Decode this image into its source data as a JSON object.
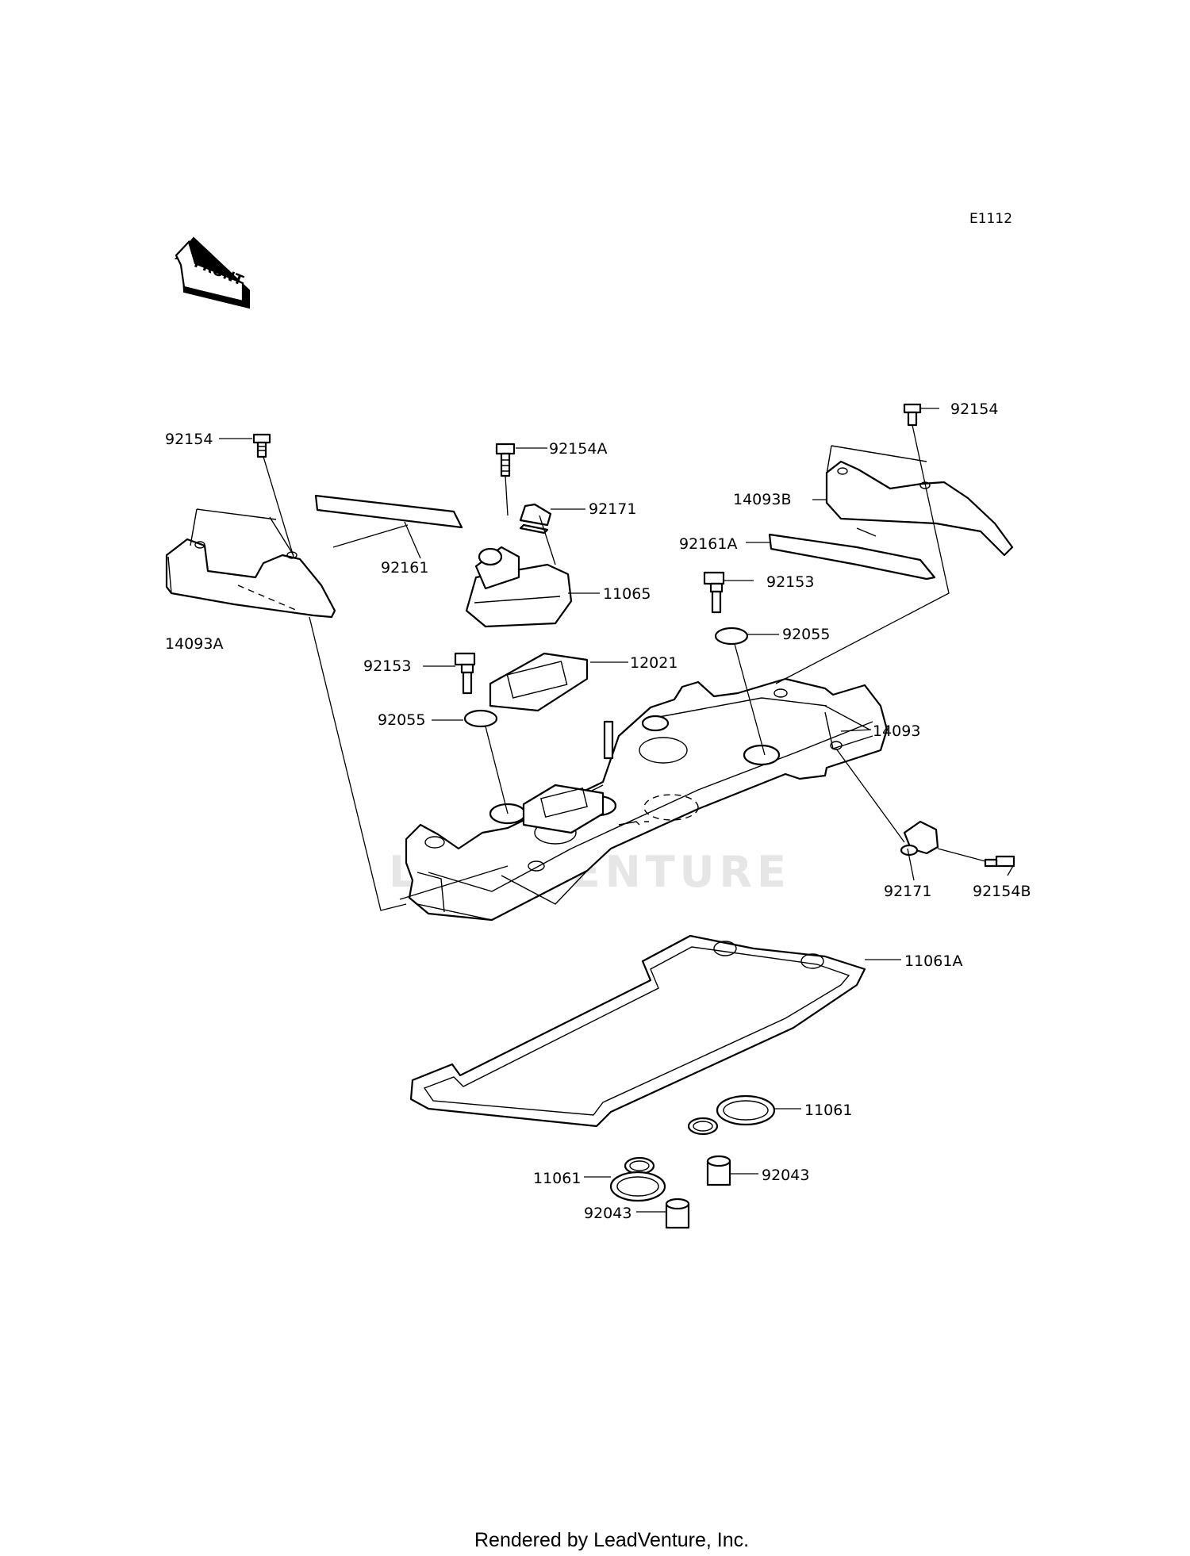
{
  "diagram": {
    "code": "E1112",
    "front_label": "FRONT",
    "watermark": "LEADVENTURE",
    "footer": "Rendered by LeadVenture, Inc."
  },
  "callouts": [
    {
      "id": "92154-left",
      "text": "92154"
    },
    {
      "id": "92154A",
      "text": "92154A"
    },
    {
      "id": "92171-top",
      "text": "92171"
    },
    {
      "id": "92161",
      "text": "92161"
    },
    {
      "id": "14093A",
      "text": "14093A"
    },
    {
      "id": "11065",
      "text": "11065"
    },
    {
      "id": "92153-left",
      "text": "92153"
    },
    {
      "id": "12021",
      "text": "12021"
    },
    {
      "id": "92055-left",
      "text": "92055"
    },
    {
      "id": "92154-right",
      "text": "92154"
    },
    {
      "id": "14093B",
      "text": "14093B"
    },
    {
      "id": "92161A",
      "text": "92161A"
    },
    {
      "id": "92153-right",
      "text": "92153"
    },
    {
      "id": "92055-right",
      "text": "92055"
    },
    {
      "id": "14093",
      "text": "14093"
    },
    {
      "id": "92171-right",
      "text": "92171"
    },
    {
      "id": "92154B",
      "text": "92154B"
    },
    {
      "id": "11061A",
      "text": "11061A"
    },
    {
      "id": "11061-right",
      "text": "11061"
    },
    {
      "id": "11061-left",
      "text": "11061"
    },
    {
      "id": "92043-right",
      "text": "92043"
    },
    {
      "id": "92043-left",
      "text": "92043"
    }
  ]
}
